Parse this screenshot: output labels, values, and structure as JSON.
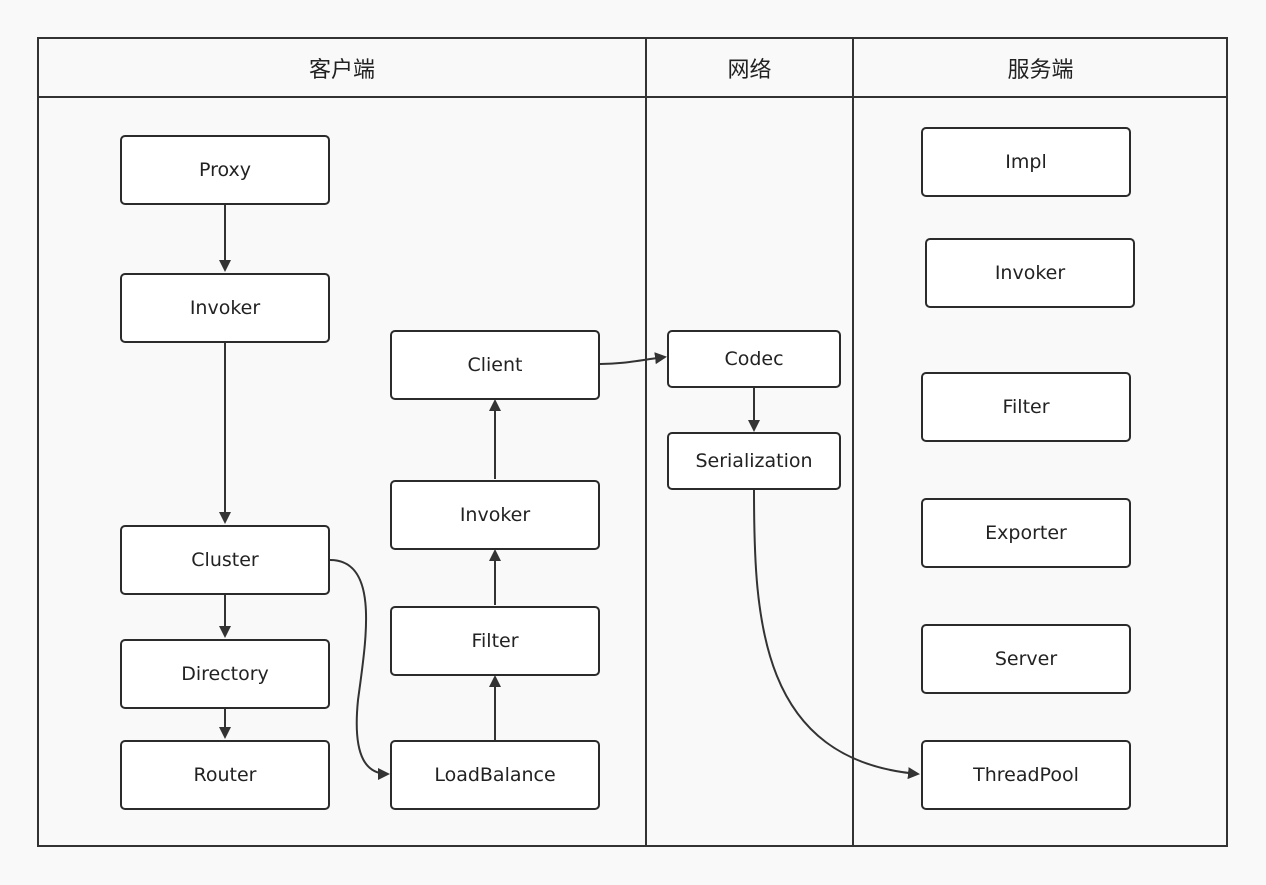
{
  "lanes": {
    "client": "客户端",
    "network": "网络",
    "server": "服务端"
  },
  "nodes": {
    "proxy": "Proxy",
    "client_invoker": "Invoker",
    "cluster": "Cluster",
    "directory": "Directory",
    "router": "Router",
    "client": "Client",
    "client_filter_invoker": "Invoker",
    "client_filter": "Filter",
    "loadbalance": "LoadBalance",
    "codec": "Codec",
    "serialization": "Serialization",
    "impl": "Impl",
    "server_invoker": "Invoker",
    "server_filter": "Filter",
    "exporter": "Exporter",
    "server": "Server",
    "threadpool": "ThreadPool"
  },
  "colors": {
    "background": "#f9f9f9",
    "line": "#333333",
    "node_fill": "#ffffff",
    "node_border": "#2b2b2b"
  }
}
